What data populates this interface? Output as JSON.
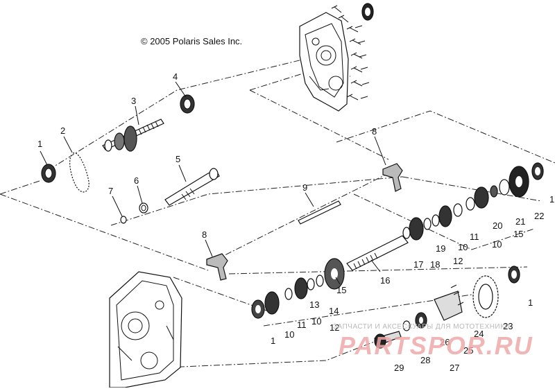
{
  "copyright": "© 2005 Polaris Sales Inc.",
  "watermark": {
    "text": "ЗАПЧАСТИ И АКСЕССУАРЫ ДЛЯ МОТОТЕХНИКИ",
    "logo": "PARTSPOR.RU"
  },
  "callouts": {
    "c1a": "1",
    "c2": "2",
    "c3": "3",
    "c4": "4",
    "c5": "5",
    "c6": "6",
    "c7": "7",
    "c8a": "8",
    "c8b": "8",
    "c9": "9",
    "c1b": "1",
    "c22": "22",
    "c15a": "15",
    "c21": "21",
    "c10a": "10",
    "c20": "20",
    "c11a": "11",
    "c10b": "10",
    "c19": "19",
    "c12a": "12",
    "c18": "18",
    "c17": "17",
    "c16": "16",
    "c15b": "15",
    "c14": "14",
    "c13": "13",
    "c12b": "12",
    "c10c": "10",
    "c11b": "11",
    "c10d": "10",
    "c1c": "1",
    "c1d": "1",
    "c23": "23",
    "c24": "24",
    "c25": "25",
    "c26": "26",
    "c27": "27",
    "c28": "28",
    "c29": "29"
  }
}
